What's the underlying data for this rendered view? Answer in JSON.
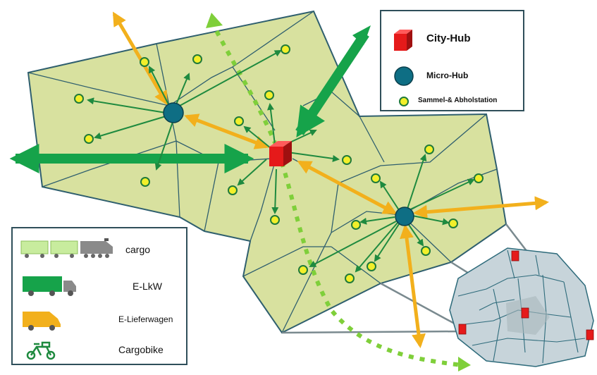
{
  "legend_nodes": {
    "city_hub": "City-Hub",
    "micro_hub": "Micro-Hub",
    "station": "Sammel-& Abholstation"
  },
  "legend_vehicles": {
    "cargo": "cargo",
    "e_lkw": "E-LkW",
    "e_lieferwagen": "E-Lieferwagen",
    "cargobike": "Cargobike"
  },
  "colors": {
    "area_fill": "#d8e19f",
    "area_border": "#2f5f6e",
    "cell_line": "#2f5f6e",
    "city_hub": "#e51a1a",
    "micro_hub": "#0e6e84",
    "station_fill": "#f2ef2a",
    "station_ring": "#1f7a3a",
    "lkw_green": "#16a34a",
    "feeder_green": "#1e8a3f",
    "van_orange": "#f2b01c",
    "cargo_dotted": "#7fcf3a",
    "zoom_fill": "#c7d4da",
    "zoom_line": "#2e6b7b"
  },
  "icons": [
    "city-hub-cube-icon",
    "micro-hub-dot-icon",
    "station-dot-icon",
    "train-icon",
    "truck-icon",
    "van-icon",
    "cargobike-icon"
  ]
}
